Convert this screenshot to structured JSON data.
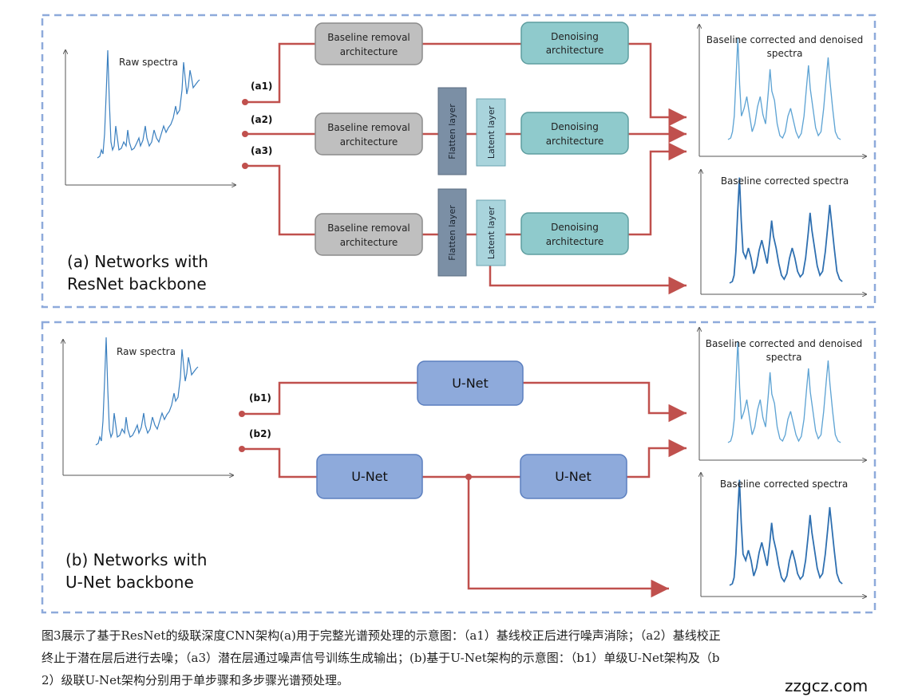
{
  "panel_a": {
    "title_line1": "(a) Networks with",
    "title_line2": "ResNet backbone",
    "raw_label": "Raw spectra",
    "out_top_line1": "Baseline corrected and denoised",
    "out_top_line2": "spectra",
    "out_bottom": "Baseline corrected spectra",
    "path_a1": "(a1)",
    "path_a2": "(a2)",
    "path_a3": "(a3)",
    "baseline_line1": "Baseline removal",
    "baseline_line2": "architecture",
    "denoise_line1": "Denoising",
    "denoise_line2": "architecture",
    "flatten": "Flatten layer",
    "latent": "Latent layer"
  },
  "panel_b": {
    "title_line1": "(b) Networks with",
    "title_line2": "U-Net backbone",
    "raw_label": "Raw spectra",
    "out_top_line1": "Baseline corrected and denoised",
    "out_top_line2": "spectra",
    "out_bottom": "Baseline corrected spectra",
    "path_b1": "(b1)",
    "path_b2": "(b2)",
    "unet": "U-Net"
  },
  "caption": {
    "line1": "图3展示了基于ResNet的级联深度CNN架构(a)用于完整光谱预处理的示意图：（a1）基线校正后进行噪声消除；（a2）基线校正",
    "line2": "终止于潜在层后进行去噪；（a3）潜在层通过噪声信号训练生成输出；(b)基于U-Net架构的示意图：（b1）单级U-Net架构及（b",
    "line3": "2）级联U-Net架构分别用于单步骤和多步骤光谱预处理。"
  },
  "watermark": "zzgcz.com",
  "colors": {
    "panel_border": "#8eaadb",
    "connector": "#c0504d",
    "baseline_box": "#bfbfbf",
    "denoise_box": "#8fcacc",
    "flatten_box": "#7b8fa5",
    "latent_box": "#a9d4dc",
    "unet_box": "#8eaadb",
    "spectrum": "#3a7fbf"
  }
}
